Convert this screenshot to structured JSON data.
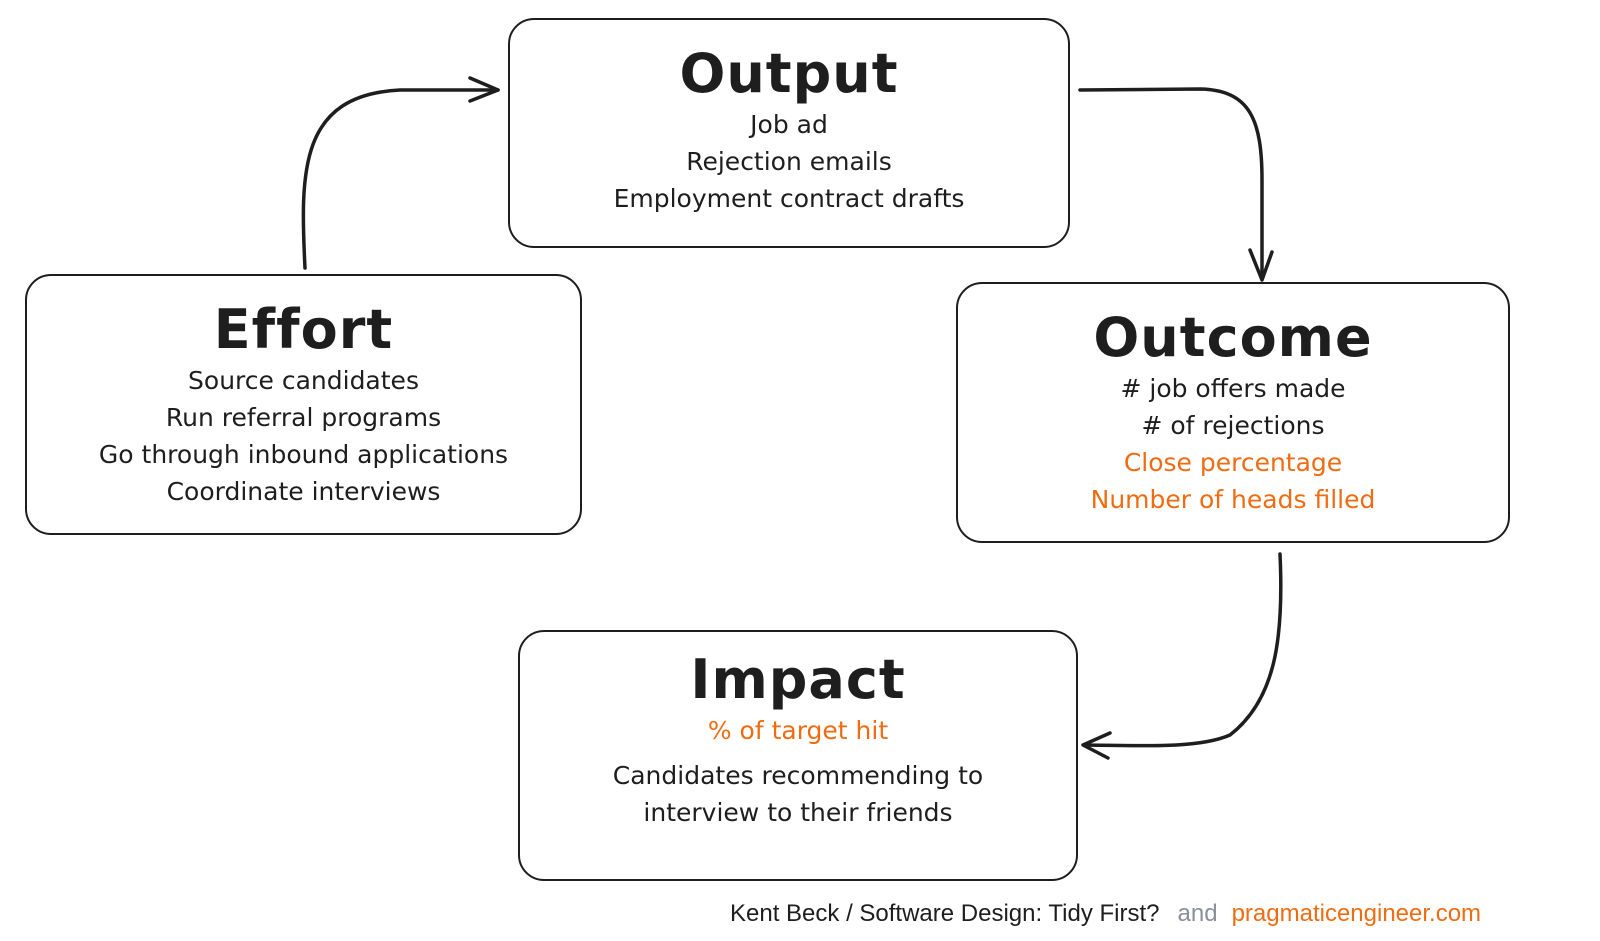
{
  "colors": {
    "ink": "#1e1e1e",
    "accent": "#ef6c12",
    "muted": "#8a8f99"
  },
  "boxes": {
    "output": {
      "title": "Output",
      "items": [
        {
          "text": "Job ad",
          "accent": false
        },
        {
          "text": "Rejection emails",
          "accent": false
        },
        {
          "text": "Employment contract drafts",
          "accent": false
        }
      ]
    },
    "effort": {
      "title": "Effort",
      "items": [
        {
          "text": "Source candidates",
          "accent": false
        },
        {
          "text": "Run referral programs",
          "accent": false
        },
        {
          "text": "Go through inbound applications",
          "accent": false
        },
        {
          "text": "Coordinate interviews",
          "accent": false
        }
      ]
    },
    "outcome": {
      "title": "Outcome",
      "items": [
        {
          "text": "# job offers made",
          "accent": false
        },
        {
          "text": "# of rejections",
          "accent": false
        },
        {
          "text": "Close percentage",
          "accent": true
        },
        {
          "text": "Number of heads filled",
          "accent": true
        }
      ]
    },
    "impact": {
      "title": "Impact",
      "items": [
        {
          "text": "% of target hit",
          "accent": true
        },
        {
          "text": "Candidates recommending to",
          "accent": false
        },
        {
          "text": "interview to their friends",
          "accent": false
        }
      ]
    }
  },
  "credit": {
    "book": "Kent Beck / Software Design: Tidy First?",
    "and": "and",
    "site": "pragmaticengineer.com"
  }
}
